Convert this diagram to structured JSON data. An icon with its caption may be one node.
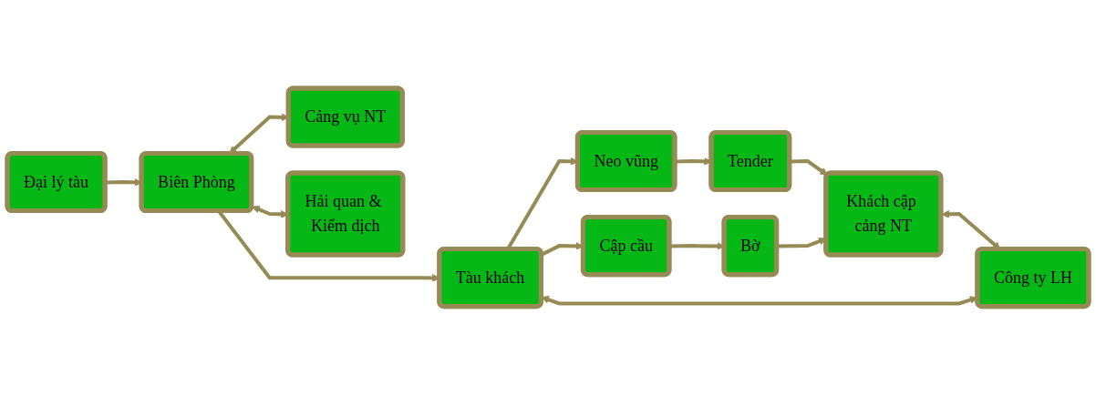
{
  "diagram": {
    "nodes": [
      {
        "text": [
          "Đại lý tàu"
        ]
      },
      {
        "text": [
          "Cảng vụ NT"
        ]
      },
      {
        "text": [
          "Biên Phòng"
        ]
      },
      {
        "text": [
          "Hải quan & Kiểm dịch"
        ]
      },
      {
        "text": [
          "Tàu khách"
        ]
      },
      {
        "text": [
          "Neo vũng"
        ]
      },
      {
        "text": [
          "Tender"
        ]
      },
      {
        "text": [
          "Cập cầu"
        ]
      },
      {
        "text": [
          "Bờ"
        ]
      },
      {
        "text": [
          "Khách cập cảng NT"
        ]
      },
      {
        "text": [
          "Công ty LH"
        ]
      }
    ],
    "edges": [
      {
        "from": 0,
        "to": 2,
        "arrow": "to"
      },
      {
        "from": 2,
        "to": 1,
        "arrow": "both"
      },
      {
        "from": 2,
        "to": 3,
        "arrow": "both"
      },
      {
        "from": 2,
        "to": 4,
        "arrow": "to"
      },
      {
        "from": 4,
        "to": 5,
        "arrow": "to"
      },
      {
        "from": 4,
        "to": 7,
        "arrow": "to"
      },
      {
        "from": 5,
        "to": 6,
        "arrow": "to"
      },
      {
        "from": 7,
        "to": 8,
        "arrow": "to"
      },
      {
        "from": 6,
        "to": 9,
        "arrow": "to"
      },
      {
        "from": 8,
        "to": 9,
        "arrow": "to"
      },
      {
        "from": 9,
        "to": 10,
        "arrow": "both"
      },
      {
        "from": 10,
        "to": 4,
        "arrow": "both"
      }
    ]
  }
}
